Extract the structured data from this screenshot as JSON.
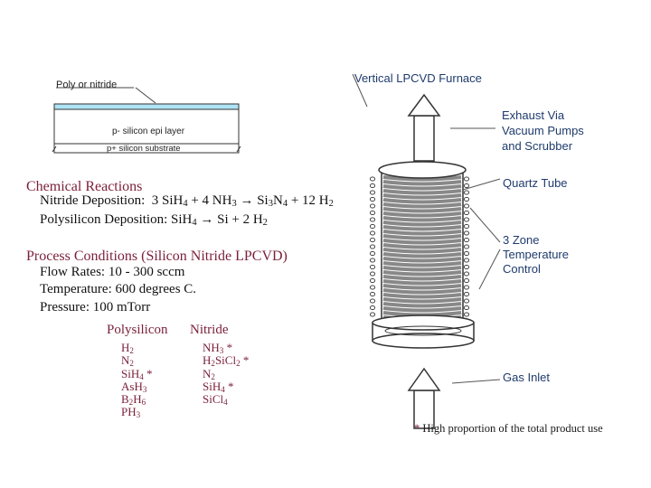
{
  "wafer": {
    "top_label": "Poly or nitride",
    "epi_label": "p- silicon epi layer",
    "substrate_label": "p+ silicon substrate"
  },
  "furnace": {
    "title": "Vertical LPCVD Furnace",
    "exhaust": [
      "Exhaust Via",
      "Vacuum Pumps",
      "and Scrubber"
    ],
    "quartz_tube": "Quartz Tube",
    "zone_control": [
      "3 Zone",
      "Temperature",
      "Control"
    ],
    "gas_inlet": "Gas Inlet"
  },
  "reactions": {
    "heading": "Chemical Reactions",
    "nitride_prefix": "Nitride Deposition:",
    "polysilicon_prefix": "Polysilicon Deposition:"
  },
  "process": {
    "heading": "Process Conditions (Silicon Nitride LPCVD)",
    "lines": [
      "Flow Rates:  10 - 300 sccm",
      "Temperature:  600 degrees C.",
      "Pressure:  100 mTorr"
    ]
  },
  "gases": {
    "polysilicon_header": "Polysilicon",
    "nitride_header": "Nitride"
  },
  "footnote": {
    "star": "*",
    "text": "High proportion of the total product use"
  }
}
